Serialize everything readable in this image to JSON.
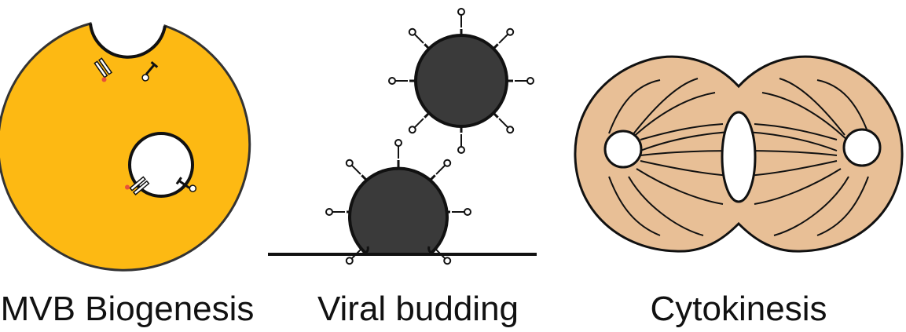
{
  "panels": [
    {
      "label": "MVB Biogenesis"
    },
    {
      "label": "Viral budding"
    },
    {
      "label": "Cytokinesis"
    }
  ],
  "colors": {
    "mvb_fill": "#FDB913",
    "virus_fill": "#3a3a3a",
    "cell_fill": "#E8BF96",
    "outline": "#111111",
    "marker_red": "#E8503A",
    "white": "#ffffff"
  },
  "icons": [
    "multivesicular-body",
    "budding-virion",
    "dividing-cell"
  ]
}
